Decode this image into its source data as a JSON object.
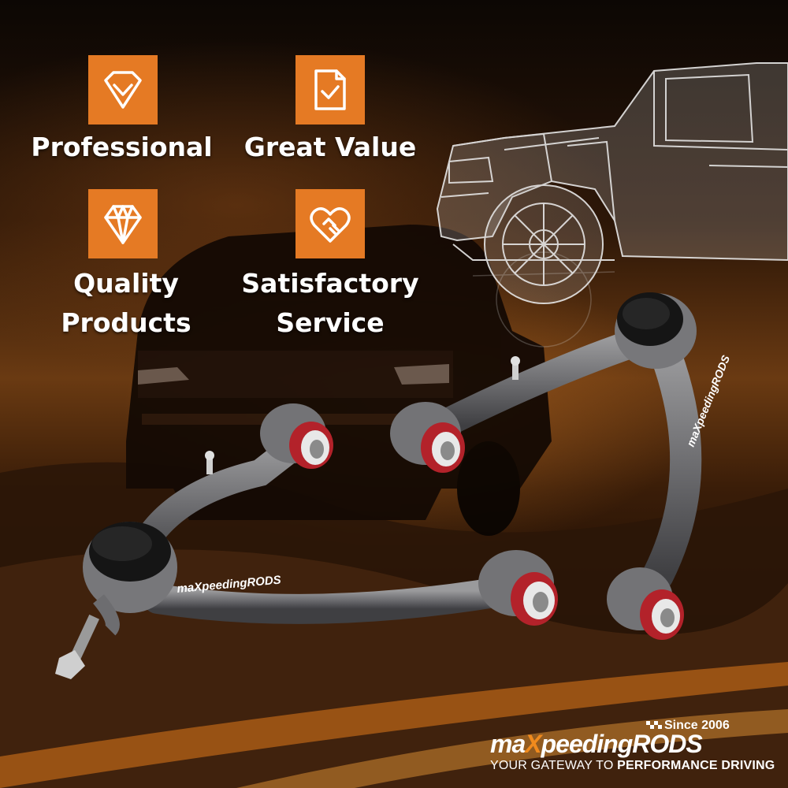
{
  "features": [
    {
      "label": "Professional",
      "icon": "shield-check-icon"
    },
    {
      "label": "Great Value",
      "icon": "document-check-icon"
    },
    {
      "label": "Quality\nProducts",
      "icon": "diamond-icon"
    },
    {
      "label": "Satisfactory\nService",
      "icon": "heart-handshake-icon"
    }
  ],
  "arm_left_brand": "maXpeedingRODS",
  "arm_right_brand": "maXpeedingRODS",
  "brand": {
    "since": "Since 2006",
    "logo_part1": "ma",
    "logo_part2": "X",
    "logo_part3": "peeding",
    "logo_part4": "RODS",
    "tagline_part1": "YOUR GATEWAY TO ",
    "tagline_part2": "PERFORMANCE DRIVING"
  },
  "colors": {
    "accent": "#e57a24",
    "arm_gray": "#6b6b6e",
    "bushing_red": "#c0282d",
    "text": "#ffffff"
  }
}
